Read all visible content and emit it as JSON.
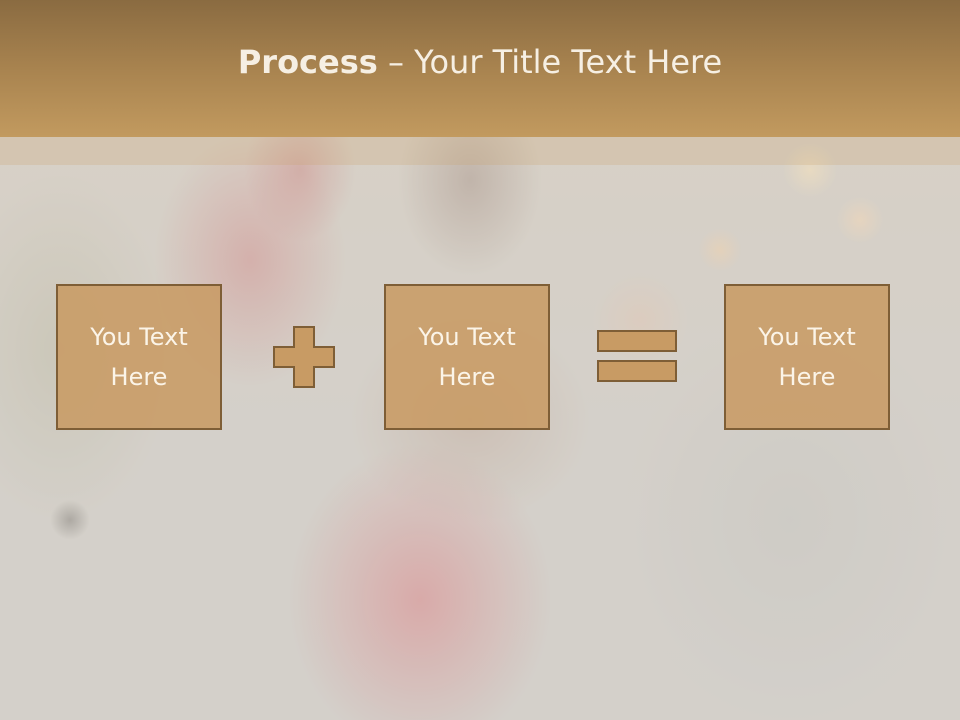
{
  "slide": {
    "title_bold": "Process",
    "title_rest": " – Your Title Text Here"
  },
  "process": {
    "boxes": [
      {
        "line1": "You Text",
        "line2": "Here"
      },
      {
        "line1": "You Text",
        "line2": "Here"
      },
      {
        "line1": "You Text",
        "line2": "Here"
      }
    ],
    "operators": [
      "plus-icon",
      "equals-icon"
    ]
  },
  "colors": {
    "title_bar": "#a8834f",
    "box_fill": "#c89b64",
    "box_border": "#7e5e36",
    "text_light": "#fbf4e8"
  }
}
